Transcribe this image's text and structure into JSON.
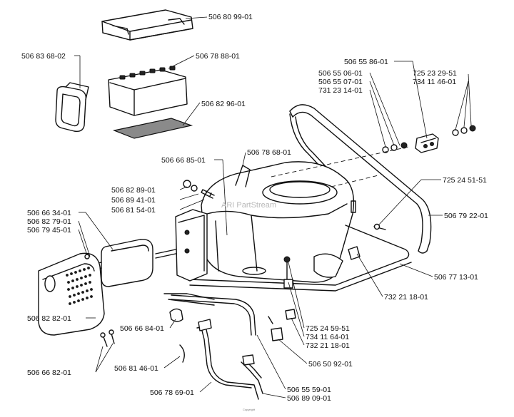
{
  "parts": [
    {
      "id": "p1",
      "label": "506 80 99-01"
    },
    {
      "id": "p2",
      "label": "506 83 68-02"
    },
    {
      "id": "p3",
      "label": "506 78 88-01"
    },
    {
      "id": "p4",
      "label": "506 82 96-01"
    },
    {
      "id": "p5",
      "label": "506 55 86-01"
    },
    {
      "id": "p6",
      "label": "506 55 06-01"
    },
    {
      "id": "p7",
      "label": "506 55 07-01"
    },
    {
      "id": "p8",
      "label": "731 23 14-01"
    },
    {
      "id": "p9",
      "label": "725 23 29-51"
    },
    {
      "id": "p10",
      "label": "734 11 46-01"
    },
    {
      "id": "p11",
      "label": "506 66 85-01"
    },
    {
      "id": "p12",
      "label": "506 78 68-01"
    },
    {
      "id": "p13",
      "label": "725 24 51-51"
    },
    {
      "id": "p14",
      "label": "506 82 89-01"
    },
    {
      "id": "p15",
      "label": "506 89 41-01"
    },
    {
      "id": "p16",
      "label": "506 81 54-01"
    },
    {
      "id": "p17",
      "label": "506 66 34-01"
    },
    {
      "id": "p18",
      "label": "506 82 79-01"
    },
    {
      "id": "p19",
      "label": "506 79 45-01"
    },
    {
      "id": "p20",
      "label": "506 79 22-01"
    },
    {
      "id": "p21",
      "label": "506 77 13-01"
    },
    {
      "id": "p22",
      "label": "732 21 18-01"
    },
    {
      "id": "p23",
      "label": "506 82 82-01"
    },
    {
      "id": "p24",
      "label": "506 66 84-01"
    },
    {
      "id": "p25",
      "label": "725 24 59-51"
    },
    {
      "id": "p26",
      "label": "734 11 64-01"
    },
    {
      "id": "p27",
      "label": "732 21 18-01"
    },
    {
      "id": "p28",
      "label": "506 66 82-01"
    },
    {
      "id": "p29",
      "label": "506 81 46-01"
    },
    {
      "id": "p30",
      "label": "506 50 92-01"
    },
    {
      "id": "p31",
      "label": "506 78 69-01"
    },
    {
      "id": "p32",
      "label": "506 55 59-01"
    },
    {
      "id": "p33",
      "label": "506 89 09-01"
    }
  ],
  "watermark": "ARI PartStream",
  "footer": "Copyright"
}
